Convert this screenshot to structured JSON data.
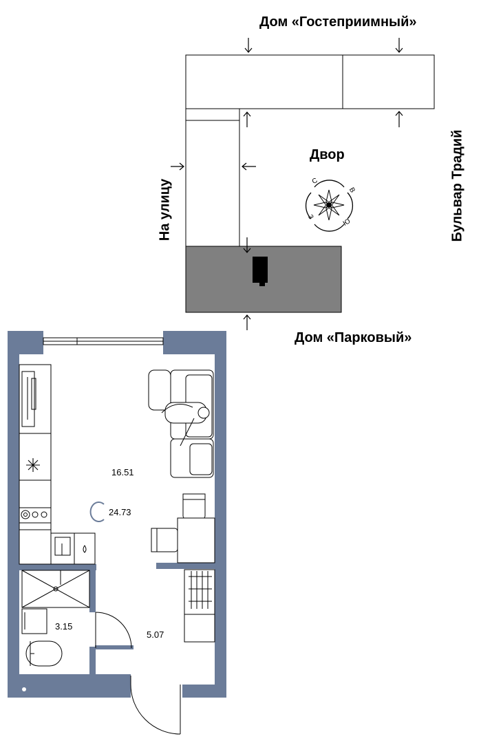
{
  "site_plan": {
    "house_north": "Дом «Гостеприимный»",
    "house_south": "Дом «Парковый»",
    "boulevard": "Бульвар Традий",
    "street": "На улицу",
    "yard": "Двор",
    "compass": {
      "north": "С",
      "east": "В",
      "south": "Ю",
      "west": "З"
    },
    "colors": {
      "selected_section": "#808080",
      "outline": "#000000"
    }
  },
  "apartment": {
    "studio_type": "С",
    "total_area": "24.73",
    "rooms": [
      {
        "name": "living",
        "area": "16.51"
      },
      {
        "name": "bathroom",
        "area": "3.15"
      },
      {
        "name": "hallway",
        "area": "5.07"
      }
    ],
    "colors": {
      "walls": "#6b7c99",
      "studio_letter": "#6b7c99"
    }
  }
}
